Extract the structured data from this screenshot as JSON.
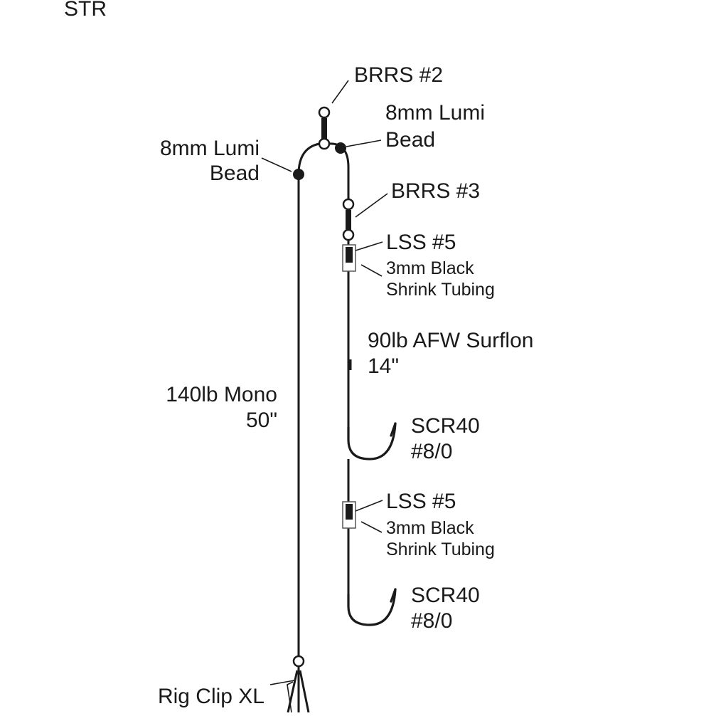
{
  "title": "STR",
  "labels": {
    "brrs2": "BRRS #2",
    "bead_right_1": "8mm Lumi",
    "bead_right_2": "Bead",
    "bead_left_1": "8mm Lumi",
    "bead_left_2": "Bead",
    "brrs3": "BRRS #3",
    "lss1": "LSS #5",
    "shrink1_1": "3mm Black",
    "shrink1_2": "Shrink Tubing",
    "surflon_1": "90lb AFW Surflon",
    "surflon_2": "14\"",
    "mono_1": "140lb Mono",
    "mono_2": "50\"",
    "hook1_1": "SCR40",
    "hook1_2": "#8/0",
    "lss2": "LSS #5",
    "shrink2_1": "3mm Black",
    "shrink2_2": "Shrink Tubing",
    "hook2_1": "SCR40",
    "hook2_2": "#8/0",
    "rigclip": "Rig Clip XL"
  },
  "colors": {
    "ink": "#1a1a1a",
    "background": "#ffffff"
  }
}
